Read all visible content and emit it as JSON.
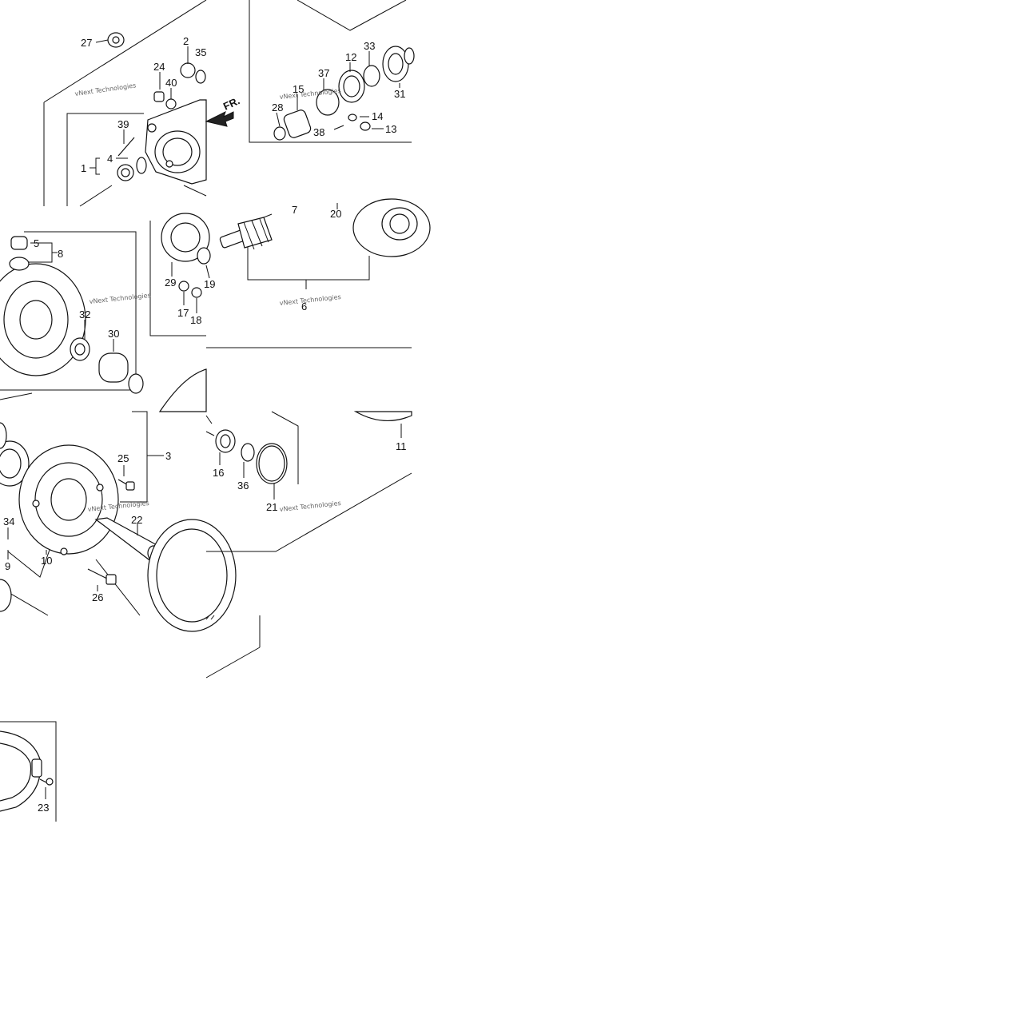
{
  "diagram": {
    "arrow_label": "FR.",
    "watermark": "vNext Technologies",
    "callouts": [
      "27",
      "2",
      "35",
      "24",
      "40",
      "39",
      "4",
      "1",
      "37",
      "15",
      "12",
      "33",
      "31",
      "28",
      "38",
      "14",
      "13",
      "5",
      "8",
      "32",
      "30",
      "29",
      "19",
      "17",
      "18",
      "7",
      "20",
      "6",
      "3",
      "25",
      "34",
      "9",
      "10",
      "26",
      "22",
      "16",
      "36",
      "21",
      "11",
      "23"
    ]
  }
}
